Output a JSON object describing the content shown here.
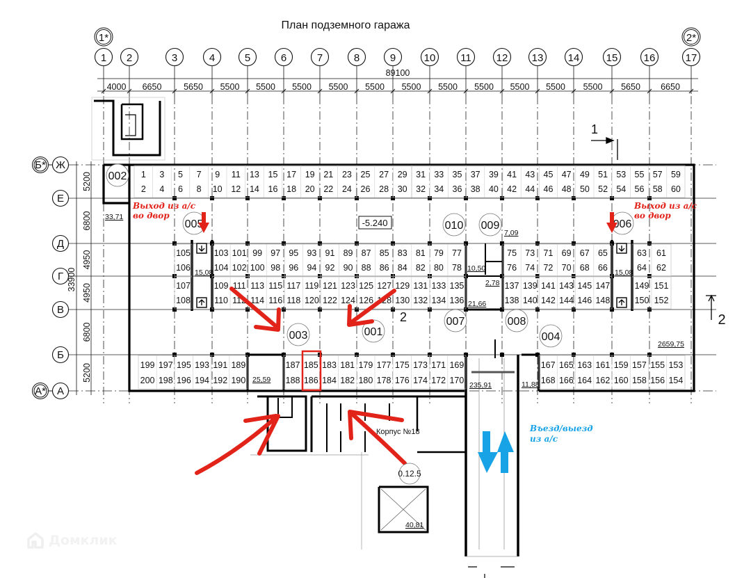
{
  "title": "План  подземного гаража",
  "axes": {
    "columns": [
      "1",
      "2",
      "3",
      "4",
      "5",
      "6",
      "7",
      "8",
      "9",
      "10",
      "11",
      "12",
      "13",
      "14",
      "15",
      "16",
      "17"
    ],
    "column_extra": [
      "1*",
      "2*"
    ],
    "rows": [
      "Ж",
      "Е",
      "Д",
      "Г",
      "В",
      "Б",
      "А"
    ],
    "row_extra": [
      "Б*",
      "А*"
    ]
  },
  "dimensions": {
    "total_width": "89100",
    "spans": [
      "4000",
      "6650",
      "5650",
      "5500",
      "5500",
      "5500",
      "5500",
      "5500",
      "5500",
      "5500",
      "5500",
      "5500",
      "5500",
      "5500",
      "5650",
      "6650"
    ],
    "total_height": "33900",
    "row_spans": [
      "5200",
      "6800",
      "4950",
      "4950",
      "6800",
      "5200"
    ]
  },
  "parking": {
    "row_top": {
      "upper": [
        "1",
        "3",
        "5",
        "7",
        "9",
        "11",
        "13",
        "15",
        "17",
        "19",
        "21",
        "23",
        "25",
        "27",
        "29",
        "31",
        "33",
        "35",
        "37",
        "39",
        "41",
        "43",
        "45",
        "47",
        "49",
        "51",
        "53",
        "55",
        "57",
        "59"
      ],
      "lower": [
        "2",
        "4",
        "6",
        "8",
        "10",
        "12",
        "14",
        "16",
        "18",
        "20",
        "22",
        "24",
        "26",
        "28",
        "30",
        "32",
        "34",
        "36",
        "38",
        "40",
        "42",
        "44",
        "46",
        "48",
        "50",
        "52",
        "54",
        "56",
        "58",
        "60"
      ]
    },
    "row_mid_upper": {
      "left_upper": [
        "105"
      ],
      "left_lower": [
        "106"
      ],
      "center_upper": [
        "103",
        "101",
        "99",
        "97",
        "95",
        "93",
        "91",
        "89",
        "87",
        "85",
        "83",
        "81",
        "79",
        "77"
      ],
      "center_lower": [
        "104",
        "102",
        "100",
        "98",
        "96",
        "94",
        "92",
        "90",
        "88",
        "86",
        "84",
        "82",
        "80",
        "78"
      ],
      "right_upper": [
        "75",
        "73",
        "71",
        "69",
        "67",
        "65"
      ],
      "right_lower": [
        "76",
        "74",
        "72",
        "70",
        "68",
        "66"
      ],
      "far_upper": [
        "63",
        "61"
      ],
      "far_lower": [
        "64",
        "62"
      ]
    },
    "row_mid_lower": {
      "left_upper": [
        "107"
      ],
      "left_lower": [
        "108"
      ],
      "center_upper": [
        "109",
        "111",
        "113",
        "115",
        "117",
        "119",
        "121",
        "123",
        "125",
        "127",
        "129",
        "131",
        "133",
        "135"
      ],
      "center_lower": [
        "110",
        "112",
        "114",
        "116",
        "118",
        "120",
        "122",
        "124",
        "126",
        "128",
        "130",
        "132",
        "134",
        "136"
      ],
      "right_upper": [
        "137",
        "139",
        "141",
        "143",
        "145",
        "147"
      ],
      "right_lower": [
        "138",
        "140",
        "142",
        "144",
        "146",
        "148"
      ],
      "far_upper": [
        "149",
        "151"
      ],
      "far_lower": [
        "150",
        "152"
      ]
    },
    "row_bottom": {
      "left_upper": [
        "199",
        "197",
        "195",
        "193",
        "191",
        "189"
      ],
      "left_lower": [
        "200",
        "198",
        "196",
        "194",
        "192",
        "190"
      ],
      "mid_upper": [
        "187",
        "185",
        "183",
        "181",
        "179",
        "177",
        "175",
        "173",
        "171",
        "169"
      ],
      "mid_lower": [
        "188",
        "186",
        "184",
        "182",
        "180",
        "178",
        "176",
        "174",
        "172",
        "170"
      ],
      "right_upper": [
        "167",
        "165",
        "163",
        "161",
        "159",
        "157",
        "155",
        "153"
      ],
      "right_lower": [
        "168",
        "166",
        "164",
        "162",
        "160",
        "158",
        "156",
        "154"
      ]
    },
    "highlighted_space": "185/186"
  },
  "rooms": [
    {
      "id": "002",
      "area": "33,71"
    },
    {
      "id": "005",
      "area": "15,08"
    },
    {
      "id": "006",
      "area": "15,08"
    },
    {
      "id": "010",
      "area": "10,50"
    },
    {
      "id": "009",
      "area": "7,09"
    },
    {
      "id": "007",
      "area": "21,66"
    },
    {
      "id": "008",
      "area": "2,78"
    },
    {
      "id": "003",
      "area": "25,59"
    },
    {
      "id": "001",
      "area": "235,91"
    },
    {
      "id": "004",
      "area": "11,88"
    }
  ],
  "total_area": "2659,75",
  "level_mark": "-5.240",
  "sections": {
    "section_1": "1",
    "section_2": "2"
  },
  "annotations": {
    "exit_left_line1": "Выход из а/с",
    "exit_left_line2": "во двор",
    "exit_right_line1": "Выход из а/с",
    "exit_right_line2": "во двор",
    "ramp_line1": "Въезд/выезд",
    "ramp_line2": "из а/с",
    "building": "Корпус №18",
    "building_room": "0.12.5",
    "building_area": "40,81"
  },
  "colors": {
    "annotation_red": "#e2231a",
    "ramp_blue": "#17a3e6",
    "line": "#111111"
  },
  "watermark": "Домклик"
}
